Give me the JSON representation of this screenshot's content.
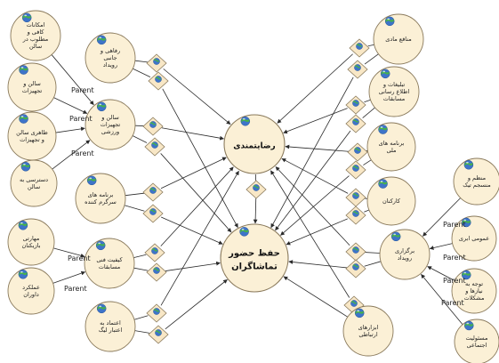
{
  "colors": {
    "node_fill": "#fbf0d6",
    "node_stroke": "#8a7a5c",
    "diamond_fill": "#f8e7c6",
    "diamond_stroke": "#8a7a5c",
    "edge": "#2a2a2a",
    "icon_green": "#46b24a",
    "icon_blue": "#3e74c9"
  },
  "center_nodes": [
    {
      "id": "satisfaction",
      "label": "رضایتمندی"
    },
    {
      "id": "attendance",
      "label": "حفظ حضور تماشاگران"
    }
  ],
  "nodes": [
    {
      "id": "n_seating",
      "label": "امکانات کافی و مطلوب در سالن"
    },
    {
      "id": "n_welfare",
      "label": "رفاهی و جانبی رویداد"
    },
    {
      "id": "n_hall",
      "label": "سالن و تجهیزات"
    },
    {
      "id": "n_equip",
      "label": "سالن و تجهیزات ورزشی"
    },
    {
      "id": "n_appearance",
      "label": "ظاهری سالن و تجهیزات"
    },
    {
      "id": "n_access",
      "label": "دسترسی به سالن"
    },
    {
      "id": "n_entertain",
      "label": "برنامه های سرگرم کننده"
    },
    {
      "id": "n_quality",
      "label": "کیفیت فنی مسابقات"
    },
    {
      "id": "n_skill",
      "label": "مهارتی بازیکنان"
    },
    {
      "id": "n_refs",
      "label": "عملکرد داوران"
    },
    {
      "id": "n_league",
      "label": "اعتماد به اعتبار لیگ"
    },
    {
      "id": "n_financial",
      "label": "منافع مادی"
    },
    {
      "id": "n_media",
      "label": "تبلیغات و اطلاع رسانی مسابقات"
    },
    {
      "id": "n_national",
      "label": "برنامه های ملی"
    },
    {
      "id": "n_staff",
      "label": "کارکنان"
    },
    {
      "id": "n_organize",
      "label": "منظم و منسجم تیک"
    },
    {
      "id": "n_event",
      "label": "برگزاری رویداد"
    },
    {
      "id": "n_public",
      "label": "عمومی ابری"
    },
    {
      "id": "n_needs",
      "label": "توجه به نیازها و مشکلات"
    },
    {
      "id": "n_comm",
      "label": "ابزارهای ارتباطی"
    },
    {
      "id": "n_social",
      "label": "مسئولیت اجتماعی"
    }
  ],
  "edge_label": "Parent"
}
